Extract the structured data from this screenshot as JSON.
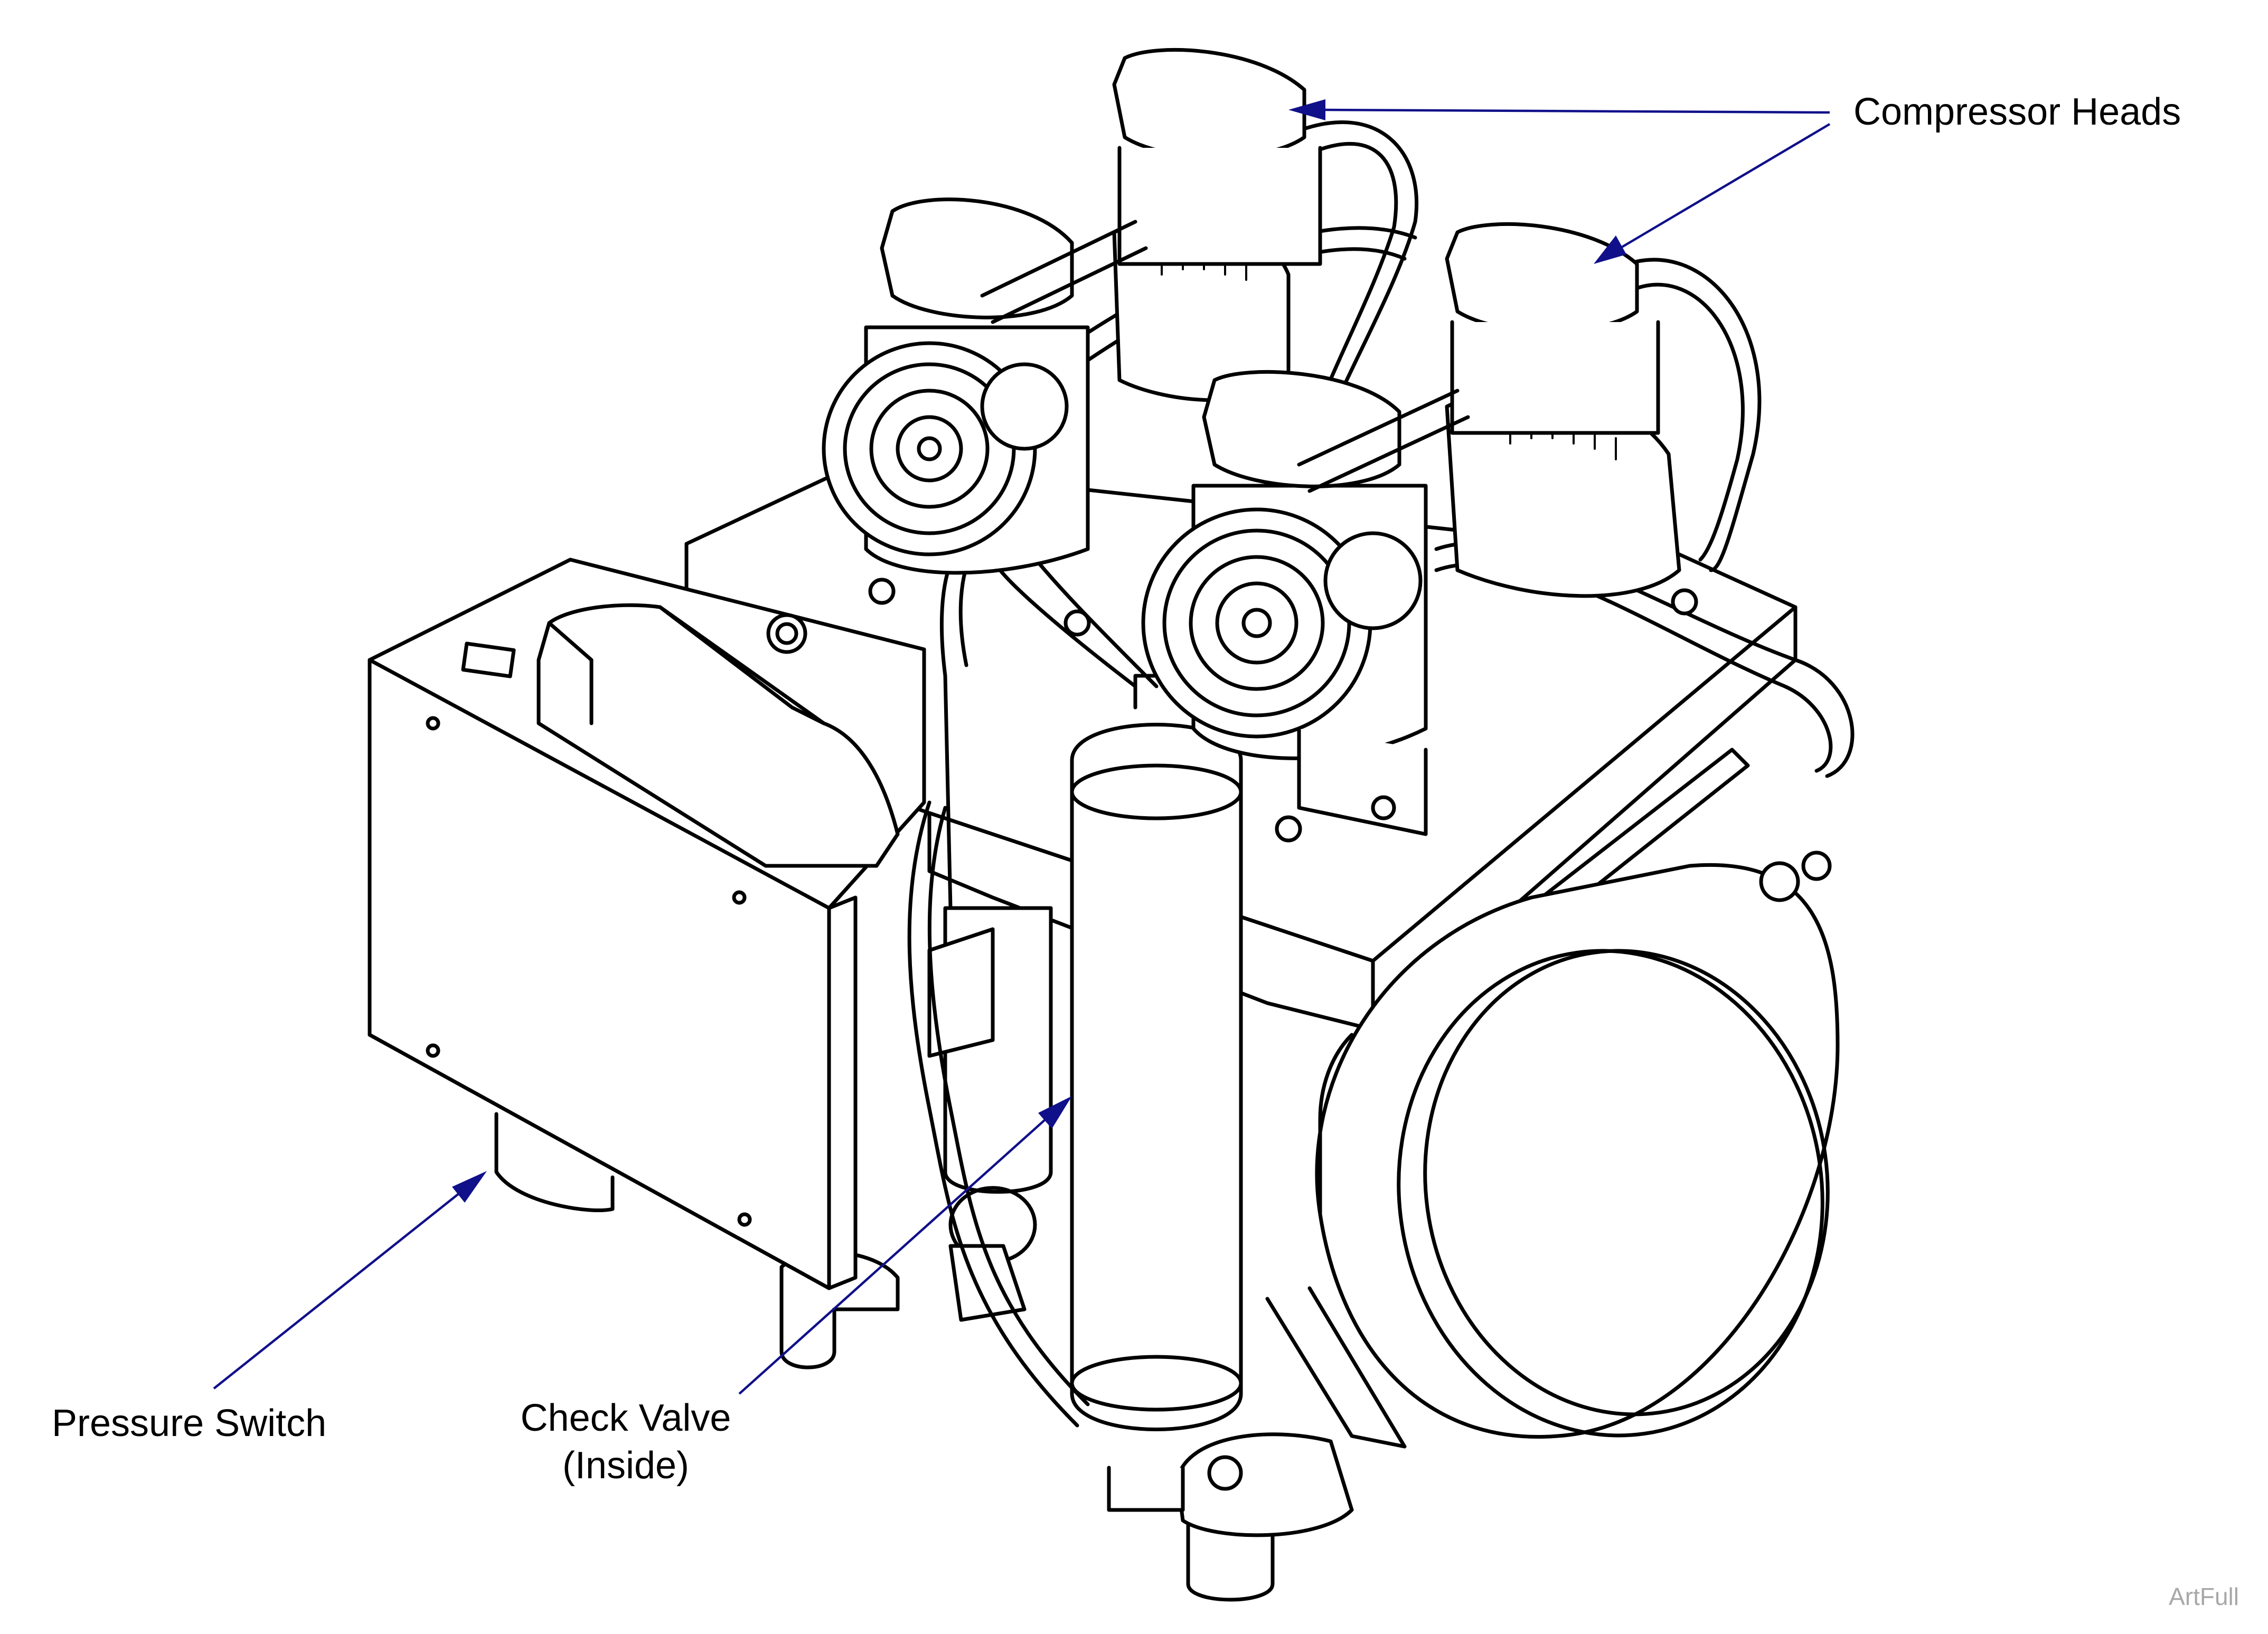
{
  "labels": {
    "compressor_heads": "Compressor Heads",
    "pressure_switch": "Pressure Switch",
    "check_valve_line1": "Check Valve",
    "check_valve_line2": "(Inside)"
  },
  "watermark": "ArtFull",
  "colors": {
    "leader_line": "#10108a",
    "line_art": "#000000",
    "watermark": "#a8a8a8",
    "background": "#ffffff"
  }
}
